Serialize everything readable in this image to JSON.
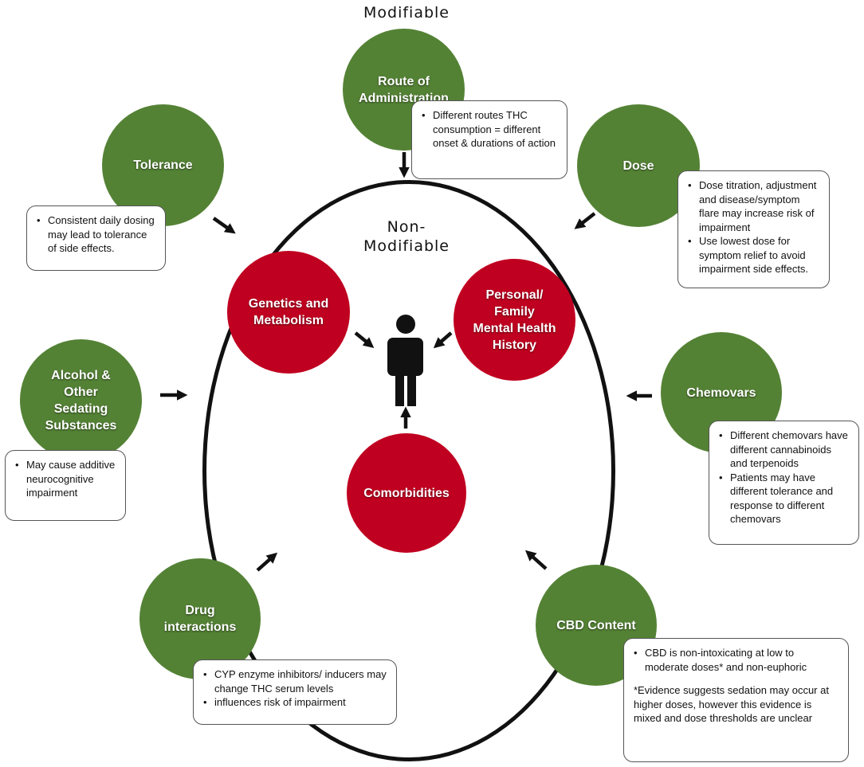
{
  "headings": {
    "modifiable": "Modifiable",
    "non_modifiable": "Non-\nModifiable"
  },
  "colors": {
    "modifiable": "#548235",
    "non_modifiable": "#c00020",
    "arrow": "#111111"
  },
  "modifiable_factors": [
    {
      "label": "Route of\nAdministration",
      "notes": [
        "Different routes THC consumption = different onset & durations of action"
      ]
    },
    {
      "label": "Dose",
      "notes": [
        "Dose titration, adjustment and disease/symptom flare may  increase risk of impairment",
        "Use lowest dose for symptom relief to avoid impairment side effects."
      ]
    },
    {
      "label": "Chemovars",
      "notes": [
        "Different chemovars have different cannabinoids and terpenoids",
        "Patients may have different tolerance and response to different chemovars"
      ]
    },
    {
      "label": "CBD Content",
      "notes": [
        "CBD is non-intoxicating at low to moderate doses* and non-euphoric"
      ],
      "footnote": "*Evidence suggests sedation may occur at higher doses, however this evidence is mixed and dose thresholds are unclear"
    },
    {
      "label": "Drug\ninteractions",
      "notes": [
        "CYP enzyme inhibitors/ inducers may change THC serum levels",
        "influences risk of impairment"
      ]
    },
    {
      "label": "Alcohol &\nOther\nSedating\nSubstances",
      "notes": [
        "May cause additive neurocognitive impairment"
      ]
    },
    {
      "label": "Tolerance",
      "notes": [
        "Consistent daily dosing may lead to tolerance of side effects."
      ]
    }
  ],
  "non_modifiable_factors": [
    {
      "label": "Genetics and\nMetabolism"
    },
    {
      "label": "Personal/\nFamily\nMental Health\nHistory"
    },
    {
      "label": "Comorbidities"
    }
  ],
  "center_icon": "person-icon"
}
